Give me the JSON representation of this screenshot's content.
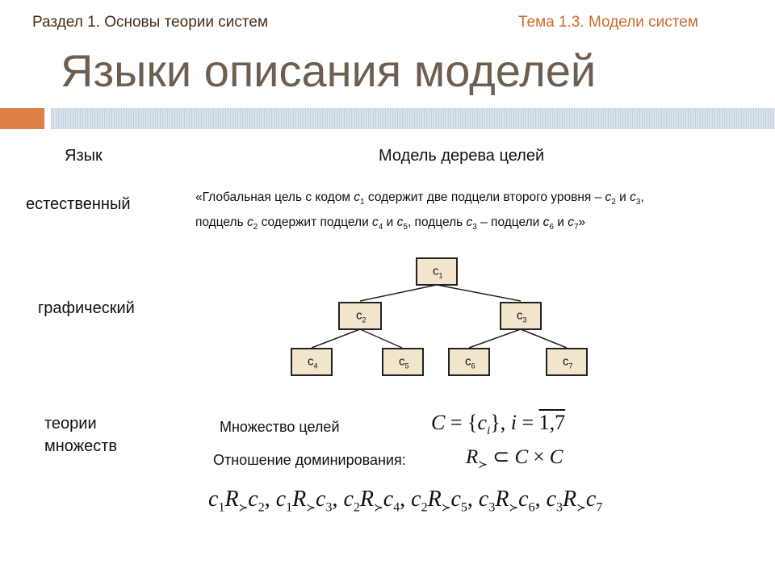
{
  "header": {
    "section": "Раздел 1. Основы теории систем",
    "topic": "Тема 1.3. Модели систем"
  },
  "title": "Языки описания моделей",
  "columns": {
    "language": "Язык",
    "model": "Модель дерева целей"
  },
  "rows": {
    "natural": {
      "label": "естественный",
      "quote": {
        "p1": "«Глобальная цель с кодом ",
        "c1": "с",
        "s1": "1",
        "p2": " содержит две подцели второго уровня – ",
        "c2": "с",
        "s2": "2",
        "p3": " и ",
        "c3": "с",
        "s3": "3",
        "p4": ",",
        "p5": "подцель ",
        "c4": "с",
        "s4": "2",
        "p6": " содержит подцели ",
        "c5": "с",
        "s5": "4",
        "p7": " и ",
        "c6": "с",
        "s6": "5",
        "p8": ", подцель ",
        "c7": "с",
        "s7": "3",
        "p9": " –  подцели ",
        "c8": "с",
        "s8": "6",
        "p10": " и ",
        "c9": "с",
        "s9": "7",
        "p11": "»"
      }
    },
    "graphical": {
      "label": "графический",
      "nodes": [
        {
          "base": "c",
          "sub": "1"
        },
        {
          "base": "c",
          "sub": "2"
        },
        {
          "base": "c",
          "sub": "3"
        },
        {
          "base": "c",
          "sub": "4"
        },
        {
          "base": "c",
          "sub": "5"
        },
        {
          "base": "c",
          "sub": "6"
        },
        {
          "base": "c",
          "sub": "7"
        }
      ],
      "colors": {
        "node_fill": "#f1e6cc",
        "node_border": "#222222",
        "edge": "#222222"
      }
    },
    "set_theory": {
      "label_line1": "теории",
      "label_line2": "множеств",
      "set_label": "Множество целей",
      "set_formula": {
        "C": "C",
        "eq": " = {",
        "c": "c",
        "i_sub": "i",
        "close": "},",
        "i": " i",
        "eq2": " = ",
        "one": "1",
        "comma": ",",
        "seven": "7"
      },
      "relation_label": "Отношение доминирования:",
      "relation_formula": {
        "R": "R",
        "sub": "≻",
        "subset": " ⊂ ",
        "C1": "C",
        "times": " × ",
        "C2": "C"
      },
      "pairs": [
        {
          "a": "1",
          "b": "2"
        },
        {
          "a": "1",
          "b": "3"
        },
        {
          "a": "2",
          "b": "4"
        },
        {
          "a": "2",
          "b": "5"
        },
        {
          "a": "3",
          "b": "6"
        },
        {
          "a": "3",
          "b": "7"
        }
      ],
      "pair_letter": "c",
      "pair_R": "R",
      "pair_sub": "≻"
    }
  }
}
